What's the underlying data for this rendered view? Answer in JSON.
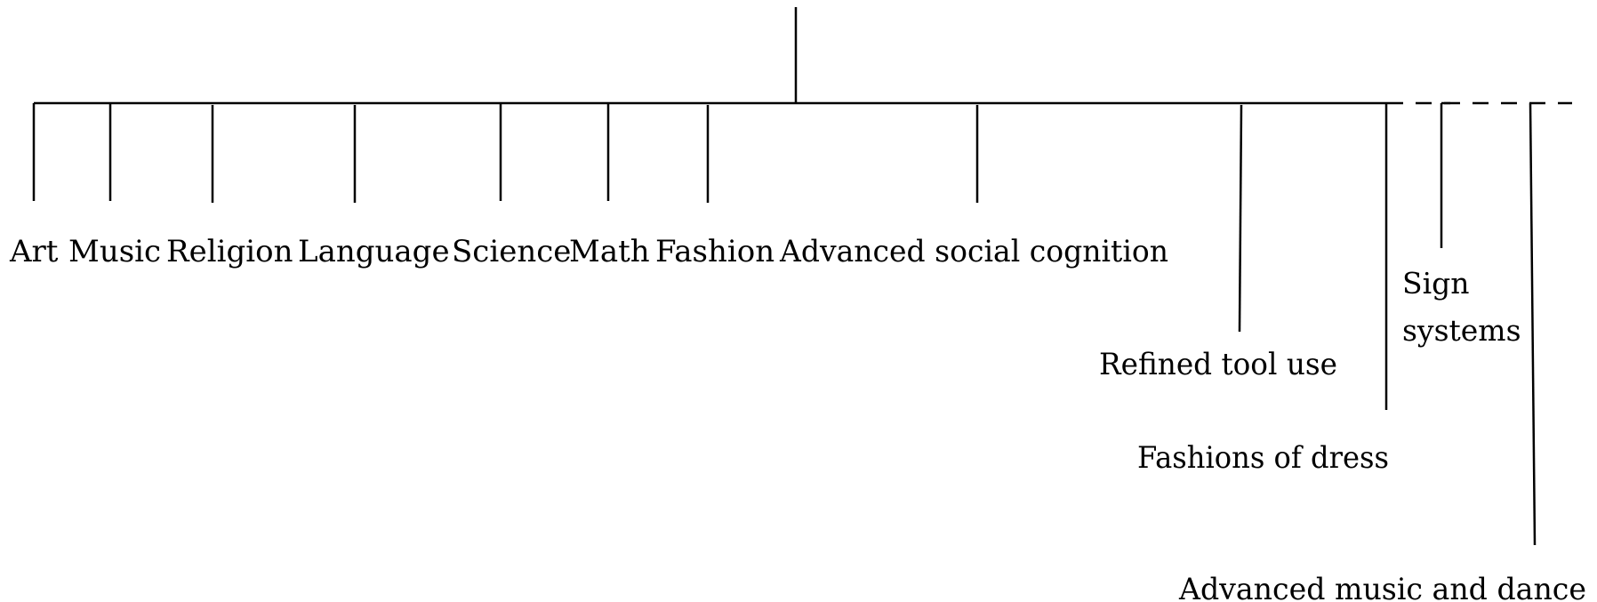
{
  "diagram": {
    "branch_labels": {
      "art": "Art",
      "music": "Music",
      "religion": "Religion",
      "language": "Language",
      "science": "Science",
      "math": "Math",
      "fashion": "Fashion",
      "advanced_social_cognition": "Advanced social cognition",
      "refined_tool_use": "Refined tool use",
      "fashions_of_dress": "Fashions of dress",
      "sign_systems_line1": "Sign",
      "sign_systems_line2": "systems",
      "advanced_music_and_dance": "Advanced music and dance"
    }
  }
}
